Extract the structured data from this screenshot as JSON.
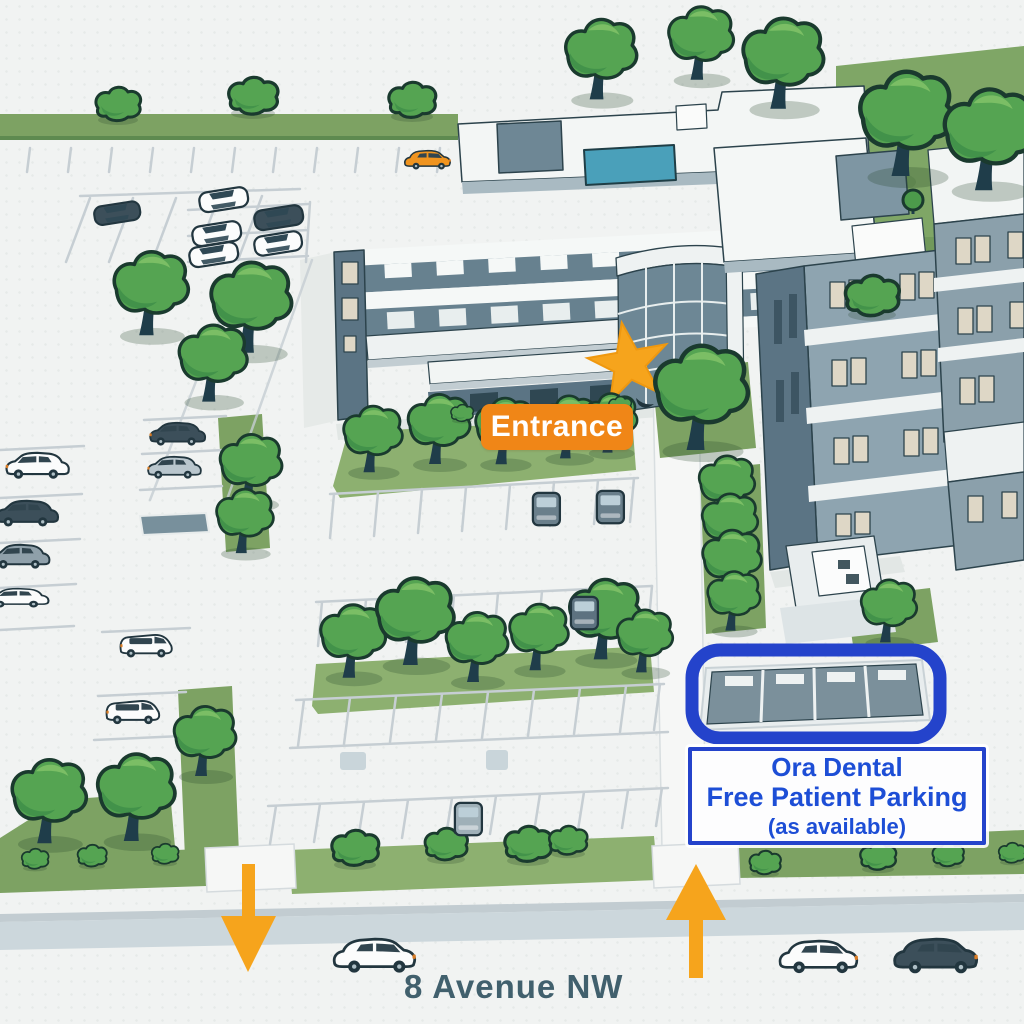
{
  "labels": {
    "entrance_badge": "Entrance",
    "street_name": "8 Avenue NW",
    "parking_sign": {
      "line1": "Ora Dental",
      "line2": "Free Patient Parking",
      "line3": "(as available)"
    }
  },
  "icons": {
    "entrance_marker": "star-icon",
    "inbound_traffic": "up-arrow-icon",
    "outbound_traffic": "down-arrow-icon",
    "vegetation": "tree-icon",
    "vehicles": "car-icon"
  },
  "colors": {
    "accent_orange": "#f6a41c",
    "badge_orange": "#f08617",
    "accent_blue": "#2443cb",
    "sign_text_blue": "#1d4ed6",
    "street_text": "#41606d",
    "grass_green": "#7da263",
    "tree_green": "#55a452",
    "building_slate": "#67818f",
    "road_gray": "#ccd7dc"
  }
}
